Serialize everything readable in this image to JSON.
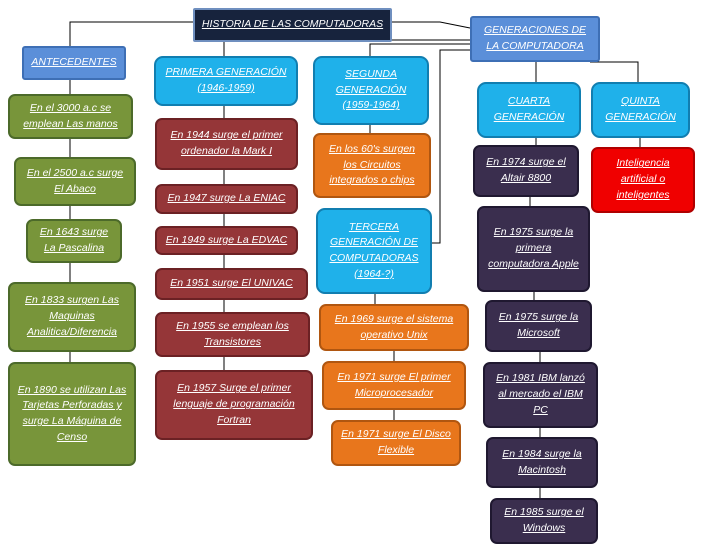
{
  "title": "HISTORIA DE LAS COMPUTADORAS",
  "headers": {
    "generaciones": "GENERACIONES DE LA COMPUTADORA",
    "antecedentes": "ANTECEDENTES",
    "primera": "PRIMERA GENERACIÓN (1946-1959)",
    "segunda": "SEGUNDA GENERACIÓN (1959-1964)",
    "tercera": "TERCERA GENERACIÓN DE COMPUTADORAS (1964-?)",
    "cuarta": "CUARTA GENERACIÓN",
    "quinta": "QUINTA GENERACIÓN"
  },
  "antecedentes": [
    "En el 3000 a.c se emplean Las manos",
    "En el 2500 a.c surge El Abaco",
    "En 1643 surge La Pascalina",
    "En 1833 surgen Las Maquinas Analitica/Diferencia",
    "En 1890 se utilizan Las Tarjetas Perforadas y surge La Máquina de Censo"
  ],
  "primera": [
    "En 1944 surge el primer ordenador la Mark I",
    "En 1947 surge La ENIAC",
    "En 1949 surge La EDVAC",
    "En 1951 surge El UNIVAC",
    "En 1955 se emplean los Transistores",
    "En 1957 Surge el primer lenguaje de programación Fortran"
  ],
  "segunda": [
    "En los 60's surgen los Circuitos integrados o chips"
  ],
  "tercera": [
    "En 1969 surge el sistema operativo Unix",
    "En 1971 surge El primer Microprocesador",
    "En 1971 surge El Disco Flexible"
  ],
  "cuarta": [
    "En 1974 surge el Altair 8800",
    "En 1975 surge la primera computadora Apple",
    "En 1975 surge la Microsoft",
    "En 1981 IBM lanzó al mercado el IBM PC",
    "En 1984 surge la Macintosh",
    "En 1985 surge el Windows"
  ],
  "quinta": [
    "Inteligencia artificial o inteligentes"
  ]
}
